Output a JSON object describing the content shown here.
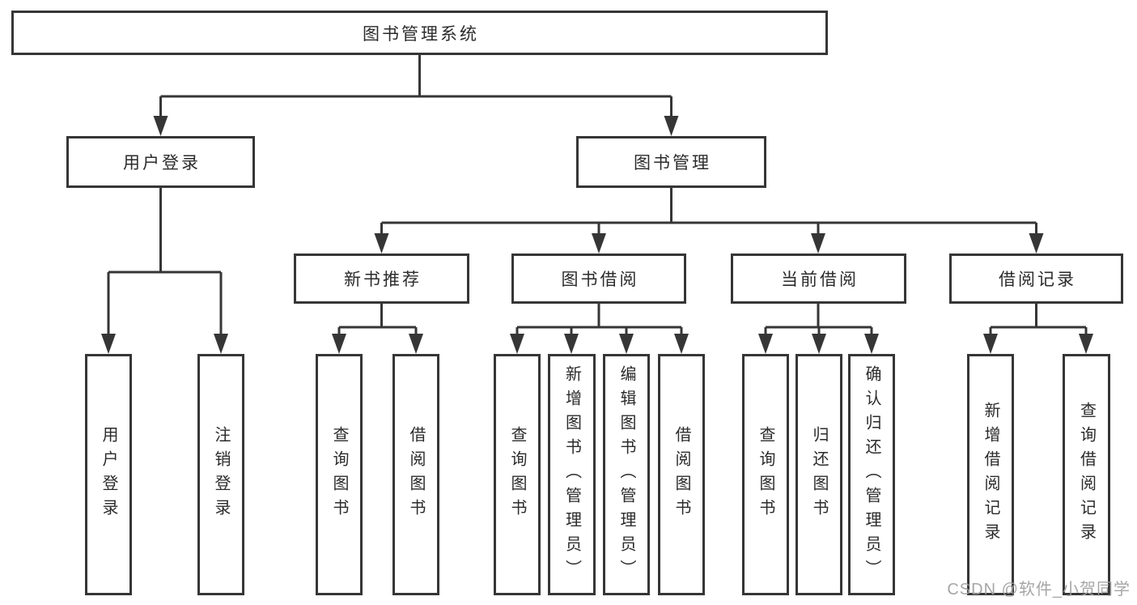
{
  "diagram": {
    "type": "hierarchy-tree",
    "title": "图书管理系统",
    "colors": {
      "line": "#363636",
      "box_border": "#363636",
      "text": "#2b2b2b",
      "background": "#ffffff",
      "watermark": "#9e9e9e"
    },
    "nodes": {
      "root": "图书管理系统",
      "user_login": "用户登录",
      "book_mgmt": "图书管理",
      "new_book_rec": "新书推荐",
      "book_borrow": "图书借阅",
      "current_borrow": "当前借阅",
      "borrow_record": "借阅记录",
      "leaf_user_login": "用户登录",
      "leaf_logout": "注销登录",
      "leaf_query_book_new": "查询图书",
      "leaf_borrow_book_new": "借阅图书",
      "leaf_query_book_borrow": "查询图书",
      "leaf_add_book": "新增图书（管理员）",
      "leaf_edit_book": "编辑图书（管理员）",
      "leaf_borrow_book_borrow": "借阅图书",
      "leaf_query_book_current": "查询图书",
      "leaf_return_book": "归还图书",
      "leaf_confirm_return": "确认归还（管理员）",
      "leaf_add_record": "新增借阅记录",
      "leaf_query_record": "查询借阅记录"
    },
    "hierarchy": {
      "图书管理系统": [
        "用户登录",
        "图书管理"
      ],
      "用户登录": [
        "用户登录",
        "注销登录"
      ],
      "图书管理": [
        "新书推荐",
        "图书借阅",
        "当前借阅",
        "借阅记录"
      ],
      "新书推荐": [
        "查询图书",
        "借阅图书"
      ],
      "图书借阅": [
        "查询图书",
        "新增图书（管理员）",
        "编辑图书（管理员）",
        "借阅图书"
      ],
      "当前借阅": [
        "查询图书",
        "归还图书",
        "确认归还（管理员）"
      ],
      "借阅记录": [
        "新增借阅记录",
        "查询借阅记录"
      ]
    }
  },
  "watermark": "CSDN @软件_小贺同学"
}
